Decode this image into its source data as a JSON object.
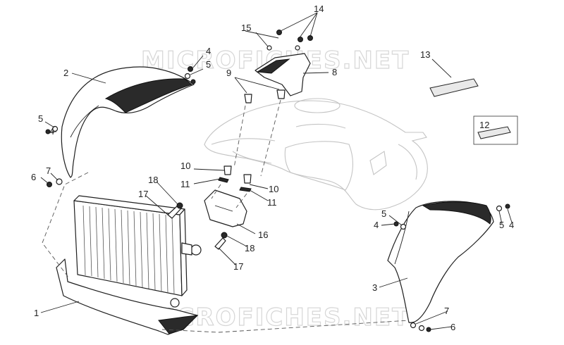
{
  "watermark": {
    "top": "MICROFICHES.NET",
    "bottom": "MICROFICHES.NET"
  },
  "callouts": [
    {
      "id": "c1",
      "label": "1"
    },
    {
      "id": "c2",
      "label": "2"
    },
    {
      "id": "c3",
      "label": "3"
    },
    {
      "id": "c4a",
      "label": "4"
    },
    {
      "id": "c4b",
      "label": "4"
    },
    {
      "id": "c4c",
      "label": "4"
    },
    {
      "id": "c4d",
      "label": "4"
    },
    {
      "id": "c5a",
      "label": "5"
    },
    {
      "id": "c5b",
      "label": "5"
    },
    {
      "id": "c5c",
      "label": "5"
    },
    {
      "id": "c5d",
      "label": "5"
    },
    {
      "id": "c6a",
      "label": "6"
    },
    {
      "id": "c6b",
      "label": "6"
    },
    {
      "id": "c7a",
      "label": "7"
    },
    {
      "id": "c7b",
      "label": "7"
    },
    {
      "id": "c8",
      "label": "8"
    },
    {
      "id": "c9",
      "label": "9"
    },
    {
      "id": "c10a",
      "label": "10"
    },
    {
      "id": "c10b",
      "label": "10"
    },
    {
      "id": "c11a",
      "label": "11"
    },
    {
      "id": "c11b",
      "label": "11"
    },
    {
      "id": "c12",
      "label": "12"
    },
    {
      "id": "c13",
      "label": "13"
    },
    {
      "id": "c14",
      "label": "14"
    },
    {
      "id": "c15",
      "label": "15"
    },
    {
      "id": "c16",
      "label": "16"
    },
    {
      "id": "c17a",
      "label": "17"
    },
    {
      "id": "c17b",
      "label": "17"
    },
    {
      "id": "c18a",
      "label": "18"
    },
    {
      "id": "c18b",
      "label": "18"
    }
  ]
}
